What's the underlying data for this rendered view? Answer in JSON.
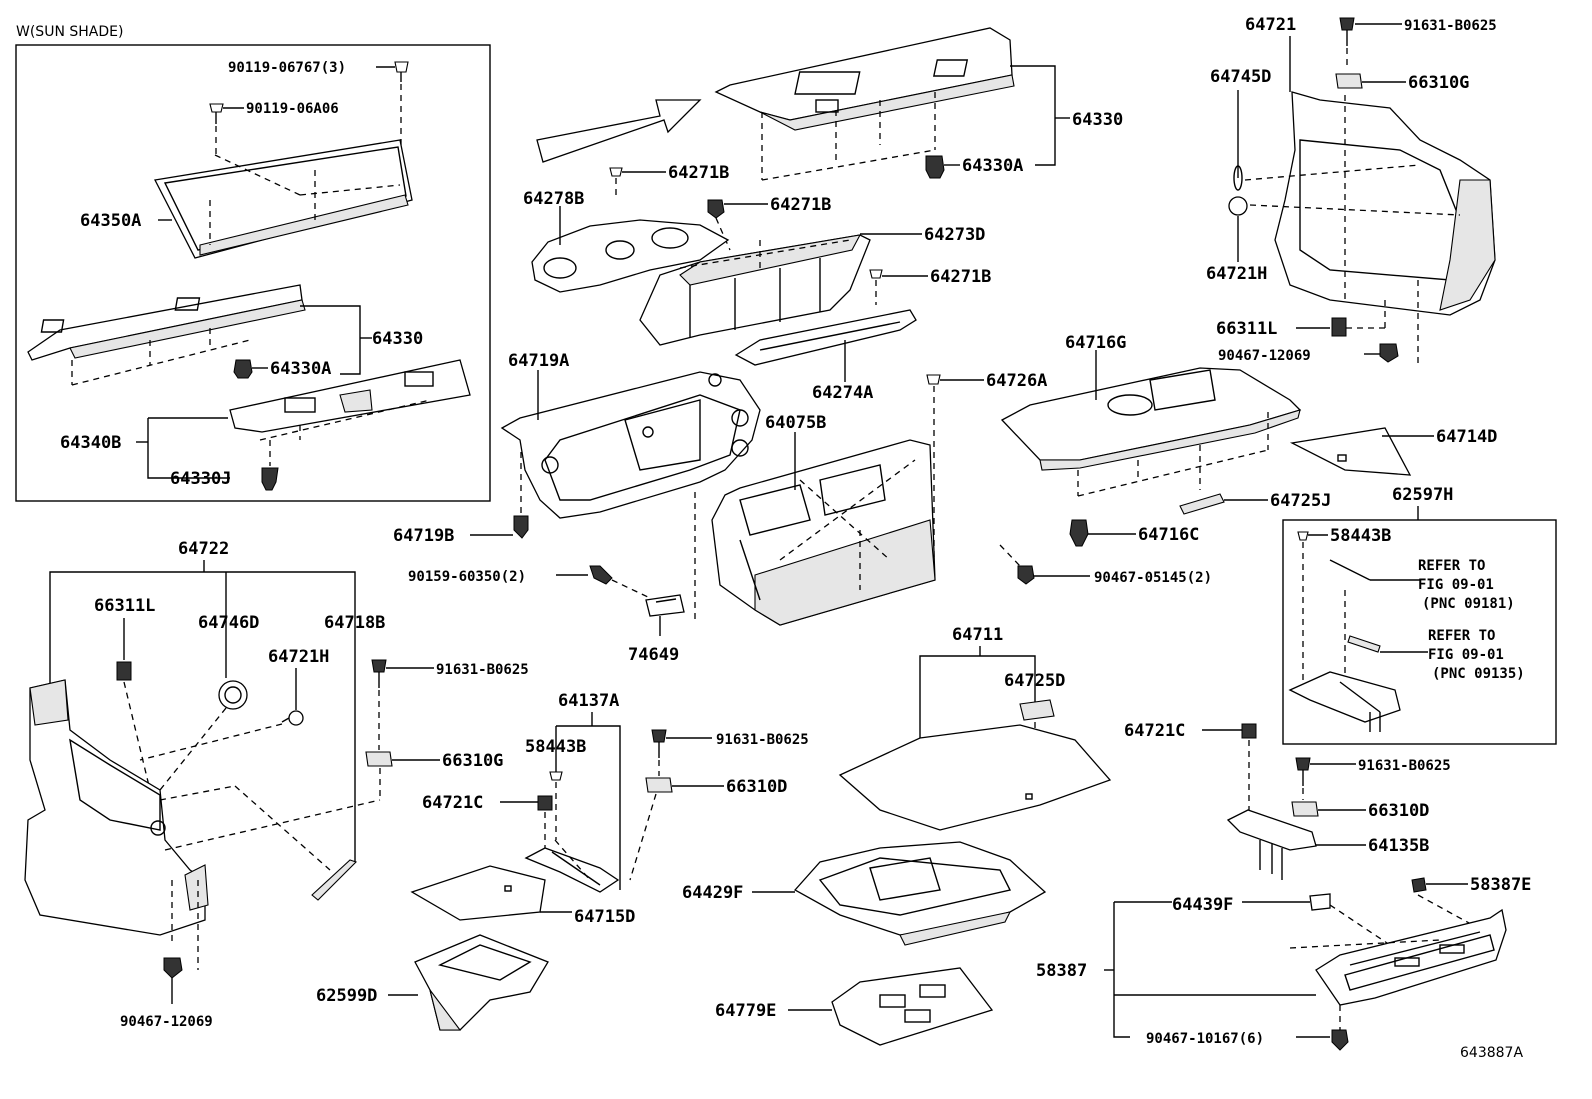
{
  "inset": {
    "title": "W(SUN SHADE)",
    "labels": {
      "p1": "90119-06767(3)",
      "p2": "90119-06A06",
      "p3": "64350A",
      "p4": "64330",
      "p5": "64330A",
      "p6": "64340B",
      "p7": "64330J"
    }
  },
  "inset_refer": {
    "title": "62597H",
    "labels": {
      "bolt": "58443B",
      "ref1_l1": "REFER TO",
      "ref1_l2": "FIG 09-01",
      "ref1_l3": "(PNC 09181)",
      "ref2_l1": "REFER TO",
      "ref2_l2": "FIG 09-01",
      "ref2_l3": "(PNC 09135)"
    }
  },
  "callouts": {
    "c64330": "64330",
    "c64330a": "64330A",
    "c64271b_1": "64271B",
    "c64278b": "64278B",
    "c64271b_2": "64271B",
    "c64273d": "64273D",
    "c64271b_3": "64271B",
    "c64274a": "64274A",
    "c64719a": "64719A",
    "c64726a": "64726A",
    "c64075b": "64075B",
    "c64719b": "64719B",
    "c90159": "90159-60350(2)",
    "c90467_05145": "90467-05145(2)",
    "c74649": "74649",
    "c64721": "64721",
    "c91631_top": "91631-B0625",
    "c64745d": "64745D",
    "c66310g_top": "66310G",
    "c64721h_top": "64721H",
    "c66311l_top": "66311L",
    "c90467_12069_top": "90467-12069",
    "c64716g": "64716G",
    "c64714d": "64714D",
    "c64725j": "64725J",
    "c64716c": "64716C",
    "c64722": "64722",
    "c66311l": "66311L",
    "c64746d": "64746D",
    "c64718b": "64718B",
    "c64721h": "64721H",
    "c91631_mid": "91631-B0625",
    "c66310g": "66310G",
    "c90467_12069": "90467-12069",
    "c64137a": "64137A",
    "c58443b": "58443B",
    "c64721c_l": "64721C",
    "c91631_c": "91631-B0625",
    "c66310d": "66310D",
    "c64715d": "64715D",
    "c62599d": "62599D",
    "c64711": "64711",
    "c64725d": "64725D",
    "c64429f": "64429F",
    "c64779e": "64779E",
    "c64721c_r": "64721C",
    "c91631_r": "91631-B0625",
    "c66310d_r": "66310D",
    "c64135b": "64135B",
    "c58387e": "58387E",
    "c64439f": "64439F",
    "c58387": "58387",
    "c90467_10167": "90467-10167(6)",
    "c_fig": "643887A"
  },
  "colors": {
    "ink": "#000000",
    "paper": "#ffffff",
    "shade": "#e6e6e6"
  }
}
